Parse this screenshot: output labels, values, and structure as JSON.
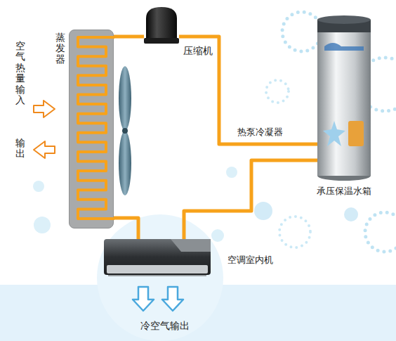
{
  "diagram": {
    "nodes": [
      {
        "text": [
          "蒸发器"
        ]
      },
      {
        "text": [
          "压缩机"
        ]
      },
      {
        "text": [
          "承压保温水箱"
        ]
      },
      {
        "text": [
          "空调室内机"
        ]
      }
    ],
    "edges": [
      {
        "from": 0,
        "to": 1,
        "arrow": "none"
      },
      {
        "from": 1,
        "to": 2,
        "arrow": "none"
      },
      {
        "from": 2,
        "to": 3,
        "arrow": "none"
      },
      {
        "from": 3,
        "to": 0,
        "arrow": "none"
      }
    ],
    "labels": [
      "空气热量输入",
      "输出",
      "热泵冷凝器",
      "冷空气输出"
    ]
  }
}
